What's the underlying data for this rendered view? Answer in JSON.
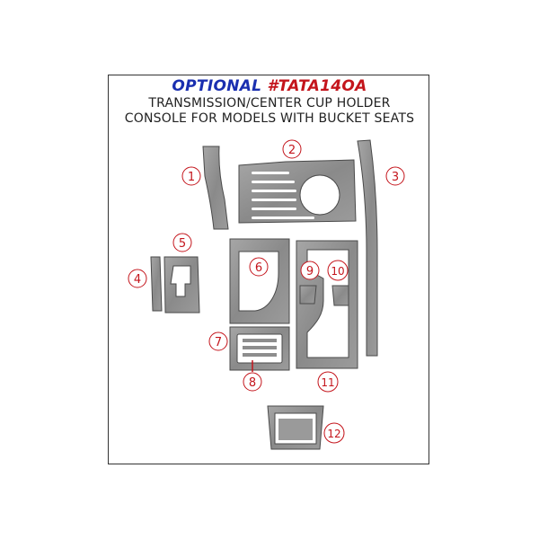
{
  "header": {
    "optional_label": "OPTIONAL",
    "part_code": "#TATA14OA",
    "line1": "TRANSMISSION/CENTER CUP HOLDER",
    "line2": "CONSOLE FOR MODELS WITH BUCKET SEATS"
  },
  "colors": {
    "optional": "#1a2fb0",
    "part_code": "#c4151c",
    "callout": "#c4151c",
    "part_fill": "#8d8d8d",
    "part_edge": "#4a4a4a"
  },
  "callouts": [
    {
      "id": "c1",
      "label": "1"
    },
    {
      "id": "c2",
      "label": "2"
    },
    {
      "id": "c3",
      "label": "3"
    },
    {
      "id": "c4",
      "label": "4"
    },
    {
      "id": "c5",
      "label": "5"
    },
    {
      "id": "c6",
      "label": "6"
    },
    {
      "id": "c7",
      "label": "7"
    },
    {
      "id": "c8",
      "label": "8"
    },
    {
      "id": "c9",
      "label": "9"
    },
    {
      "id": "c10",
      "label": "10"
    },
    {
      "id": "c11",
      "label": "11"
    },
    {
      "id": "c12",
      "label": "12"
    }
  ]
}
